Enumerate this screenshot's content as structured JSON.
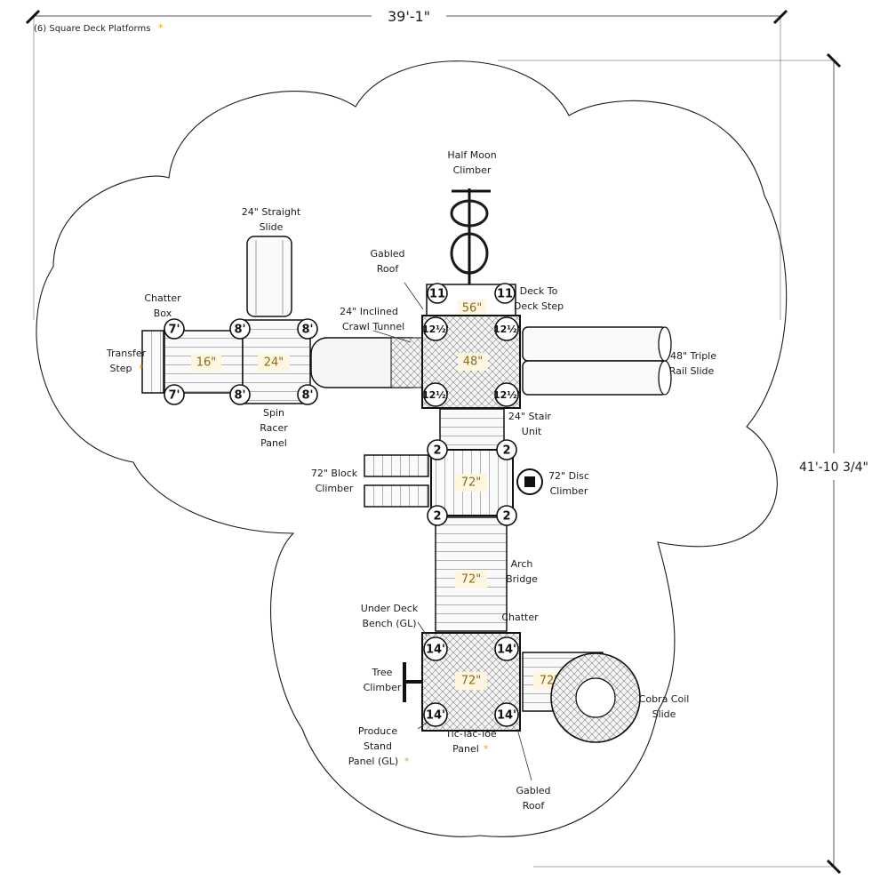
{
  "dimensions": {
    "width": "39'-1\"",
    "depth": "41'-10 3/4\""
  },
  "note": "(6) Square Deck Platforms",
  "star_glyph": "*",
  "decks": {
    "roof_top": "56\"",
    "main": "48\"",
    "stair_mid": "72\"",
    "bridge": "72\"",
    "bottom": "72\"",
    "slide_deck": "72\"",
    "left_a": "16\"",
    "left_b": "24\""
  },
  "posts": {
    "top": "11",
    "main": "12½'",
    "mid": "2",
    "bottom": "14'",
    "left_far": "7'",
    "left_near": "8'"
  },
  "components": {
    "half_moon": [
      "Half Moon",
      "Climber"
    ],
    "straight_slide": [
      "24\" Straight",
      "Slide"
    ],
    "gabled_roof_top": [
      "Gabled",
      "Roof"
    ],
    "deck_to_deck": [
      "Deck To",
      "Deck Step"
    ],
    "chatter_box": [
      "Chatter",
      "Box"
    ],
    "transfer_step": [
      "Transfer",
      "Step"
    ],
    "crawl_tunnel": [
      "24\" Inclined",
      "Crawl Tunnel"
    ],
    "triple_rail": [
      "48\" Triple",
      "Rail Slide"
    ],
    "spin_racer": [
      "Spin",
      "Racer",
      "Panel"
    ],
    "stair_unit": [
      "24\" Stair",
      "Unit"
    ],
    "block_climber": [
      "72\" Block",
      "Climber"
    ],
    "disc_climber": [
      "72\" Disc",
      "Climber"
    ],
    "arch_bridge": [
      "Arch",
      "Bridge"
    ],
    "under_deck_bench": [
      "Under Deck",
      "Bench (GL)"
    ],
    "chatter_low": [
      "Chatter"
    ],
    "tree_climber": [
      "Tree",
      "Climber"
    ],
    "produce_stand": [
      "Produce",
      "Stand",
      "Panel (GL)"
    ],
    "tic_tac_toe": [
      "Tic-Tac-Toe",
      "Panel"
    ],
    "gabled_roof_bottom": [
      "Gabled",
      "Roof"
    ],
    "cobra_coil": [
      "Cobra Coil",
      "Slide"
    ]
  }
}
